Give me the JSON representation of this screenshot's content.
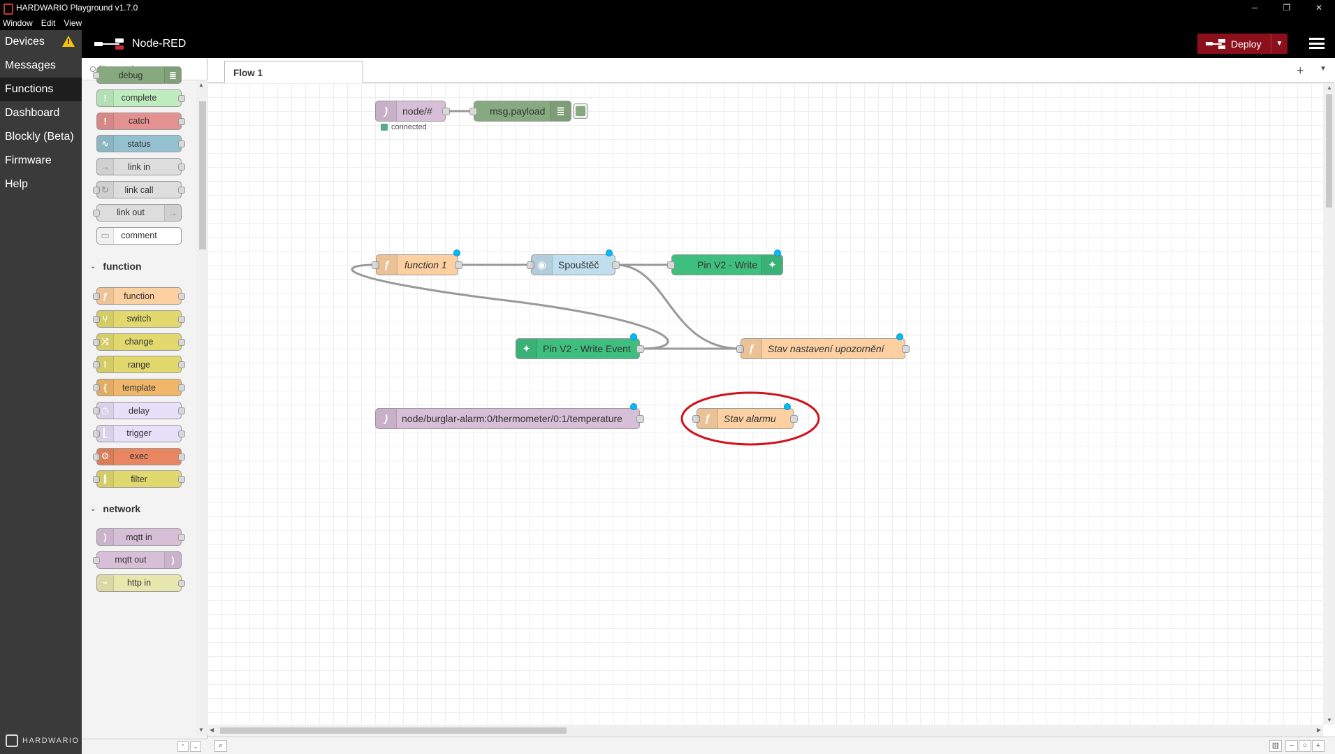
{
  "window": {
    "title": "HARDWARIO Playground v1.7.0",
    "min": "─",
    "max": "❐",
    "close": "✕"
  },
  "menu": [
    "Window",
    "Edit",
    "View"
  ],
  "nav": {
    "items": [
      "Devices",
      "Messages",
      "Functions",
      "Dashboard",
      "Blockly (Beta)",
      "Firmware",
      "Help"
    ],
    "active": "Functions",
    "warning_glyph": "!",
    "brand": "HARDWARIO"
  },
  "header": {
    "title": "Node-RED",
    "deploy_label": "Deploy",
    "deploy_caret": "▼"
  },
  "palette": {
    "search_placeholder": "filter nodes",
    "scroll_up": "▲",
    "scroll_down": "▼",
    "footer_up": "⌃",
    "footer_down": "⌄",
    "categories": [
      {
        "chevron": "⌄",
        "name": "function"
      },
      {
        "chevron": "⌄",
        "name": "network"
      }
    ],
    "common_nodes": [
      {
        "label": "debug",
        "color": "#87a980",
        "icon": "≣"
      },
      {
        "label": "complete",
        "color": "#c0edc0",
        "icon": "!"
      },
      {
        "label": "catch",
        "color": "#e49191",
        "icon": "!"
      },
      {
        "label": "status",
        "color": "#94c1d0",
        "icon": "∿"
      },
      {
        "label": "link in",
        "color": "#dddddd",
        "icon": "→"
      },
      {
        "label": "link call",
        "color": "#dddddd",
        "icon": "↻"
      },
      {
        "label": "link out",
        "color": "#dddddd",
        "icon": "→"
      },
      {
        "label": "comment",
        "color": "#ffffff",
        "icon": "▭"
      }
    ],
    "function_nodes": [
      {
        "label": "function",
        "color": "#fdd0a2",
        "icon": "ƒ"
      },
      {
        "label": "switch",
        "color": "#e2d96e",
        "icon": "⑂"
      },
      {
        "label": "change",
        "color": "#e2d96e",
        "icon": "⤨"
      },
      {
        "label": "range",
        "color": "#e2d96e",
        "icon": "ǀ"
      },
      {
        "label": "template",
        "color": "#f0b76a",
        "icon": "{"
      },
      {
        "label": "delay",
        "color": "#e6e0f8",
        "icon": "◷"
      },
      {
        "label": "trigger",
        "color": "#e6e0f8",
        "icon": "⎣"
      },
      {
        "label": "exec",
        "color": "#e78661",
        "icon": "⚙"
      },
      {
        "label": "filter",
        "color": "#e2d96e",
        "icon": "⫿"
      }
    ],
    "network_nodes": [
      {
        "label": "mqtt in",
        "color": "#d8bfd8",
        "icon": ")"
      },
      {
        "label": "mqtt out",
        "color": "#d8bfd8",
        "icon": ")"
      },
      {
        "label": "http in",
        "color": "#e7e7ae",
        "icon": "⌁"
      }
    ]
  },
  "workspace": {
    "tab": "Flow 1",
    "add": "+",
    "menu": "▼",
    "search": "⌕",
    "zoom_out": "−",
    "zoom_reset": "○",
    "zoom_in": "+",
    "map": "▥"
  },
  "flow": {
    "nodes": {
      "mqtt_in_node": {
        "label": "node/#",
        "color": "#d8bfd8",
        "status": "connected"
      },
      "debug_payload": {
        "label": "msg.payload",
        "color": "#87a980"
      },
      "function_1": {
        "label": "function 1",
        "color": "#fdd0a2"
      },
      "spoustec": {
        "label": "Spouštěč",
        "color": "#c0deed"
      },
      "pin_write": {
        "label": "Pin V2 - Write",
        "color": "#3fbf7f"
      },
      "pin_write_event": {
        "label": "Pin V2 - Write Event",
        "color": "#3fbf7f"
      },
      "stav_nastaveni": {
        "label": "Stav nastavení upozornění",
        "color": "#fdd0a2"
      },
      "mqtt_temp": {
        "label": "node/burglar-alarm:0/thermometer/0:1/temperature",
        "color": "#d8bfd8"
      },
      "stav_alarmu": {
        "label": "Stav alarmu",
        "color": "#fdd0a2"
      }
    },
    "highlight_color": "#d0121b"
  }
}
